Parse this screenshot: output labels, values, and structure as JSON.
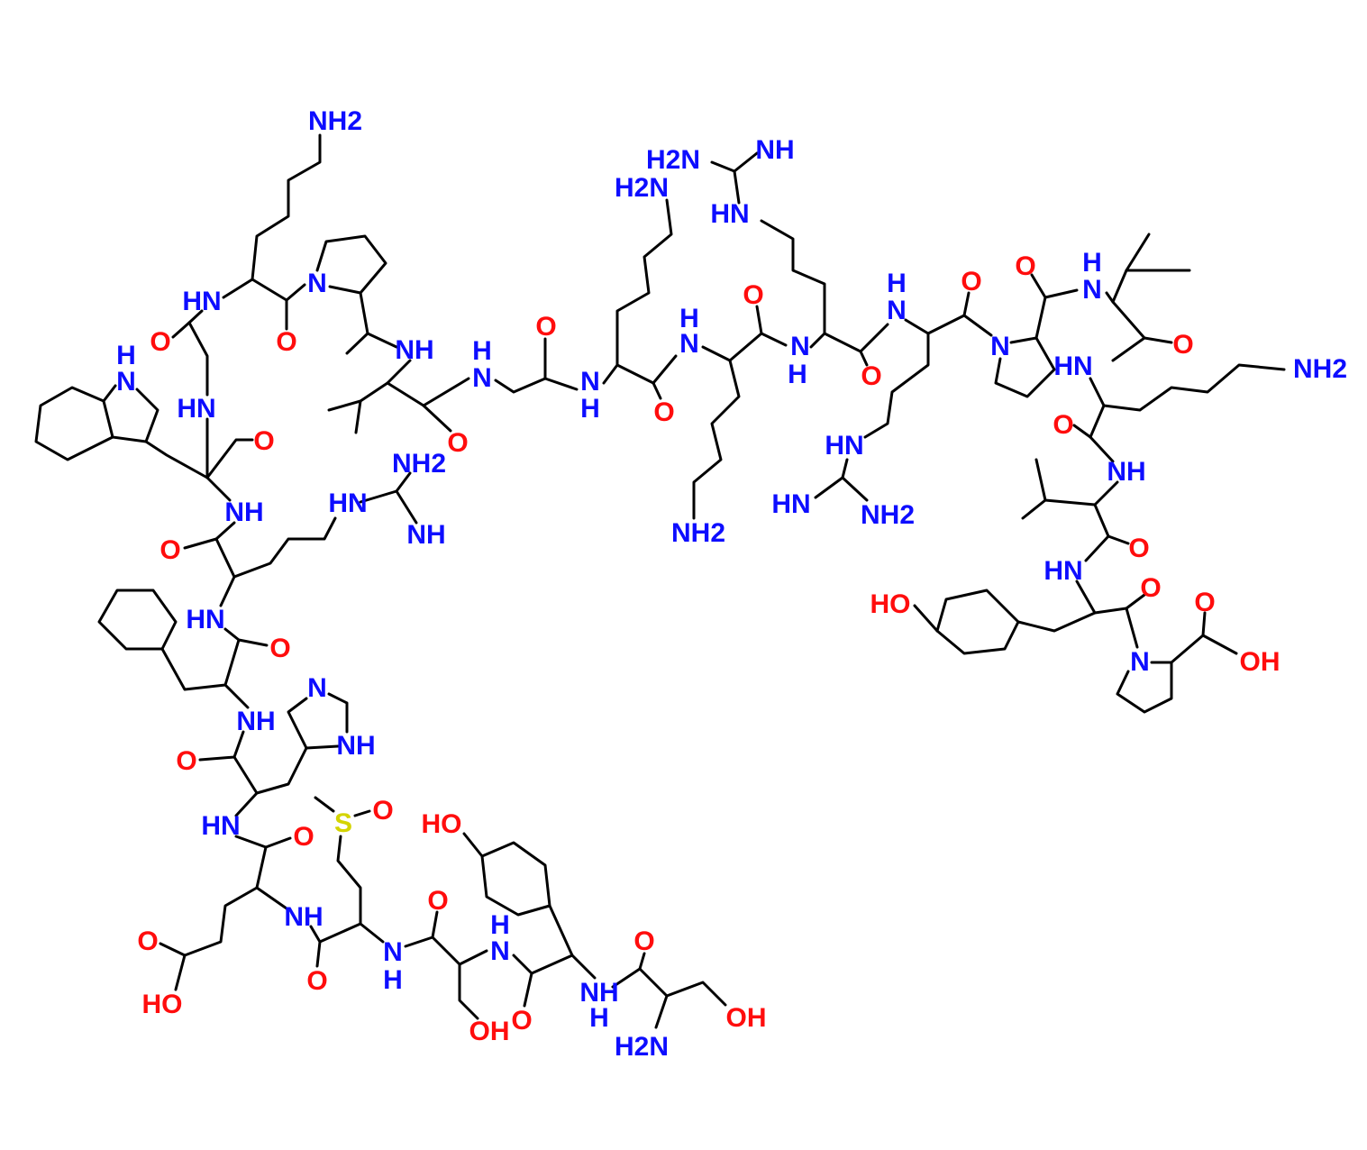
{
  "title": "Peptide structure (ACTH-like, Met sulfoxide)",
  "colors": {
    "N": "#0d0dff",
    "O": "#ff0d0d",
    "S": "#d4d400",
    "bond": "#000000"
  },
  "atoms": [
    {
      "t": "NH2",
      "e": "N"
    },
    {
      "t": "HN",
      "e": "N"
    },
    {
      "t": "N",
      "e": "N"
    },
    {
      "t": "O",
      "e": "O"
    },
    {
      "t": "O",
      "e": "O"
    },
    {
      "t": "NH",
      "e": "N"
    },
    {
      "t": "H",
      "e": "N"
    },
    {
      "t": "N",
      "e": "N"
    },
    {
      "t": "HN",
      "e": "N"
    },
    {
      "t": "O",
      "e": "O"
    },
    {
      "t": "O",
      "e": "O"
    },
    {
      "t": "H",
      "e": "N"
    },
    {
      "t": "N",
      "e": "N"
    },
    {
      "t": "O",
      "e": "O"
    },
    {
      "t": "N",
      "e": "N"
    },
    {
      "t": "H",
      "e": "N"
    },
    {
      "t": "H2N",
      "e": "N"
    },
    {
      "t": "H2N",
      "e": "N"
    },
    {
      "t": "NH",
      "e": "N"
    },
    {
      "t": "HN",
      "e": "N"
    },
    {
      "t": "O",
      "e": "O"
    },
    {
      "t": "H",
      "e": "N"
    },
    {
      "t": "N",
      "e": "N"
    },
    {
      "t": "N",
      "e": "N"
    },
    {
      "t": "H",
      "e": "N"
    },
    {
      "t": "O",
      "e": "O"
    },
    {
      "t": "O",
      "e": "O"
    },
    {
      "t": "H",
      "e": "N"
    },
    {
      "t": "N",
      "e": "N"
    },
    {
      "t": "O",
      "e": "O"
    },
    {
      "t": "N",
      "e": "N"
    },
    {
      "t": "O",
      "e": "O"
    },
    {
      "t": "H",
      "e": "N"
    },
    {
      "t": "N",
      "e": "N"
    },
    {
      "t": "O",
      "e": "O"
    },
    {
      "t": "HN",
      "e": "N"
    },
    {
      "t": "NH2",
      "e": "N"
    },
    {
      "t": "O",
      "e": "O"
    },
    {
      "t": "NH",
      "e": "N"
    },
    {
      "t": "NH2",
      "e": "N"
    },
    {
      "t": "HN",
      "e": "N"
    },
    {
      "t": "NH",
      "e": "N"
    },
    {
      "t": "NH",
      "e": "N"
    },
    {
      "t": "O",
      "e": "O"
    },
    {
      "t": "HN",
      "e": "N"
    },
    {
      "t": "O",
      "e": "O"
    },
    {
      "t": "NH",
      "e": "N"
    },
    {
      "t": "O",
      "e": "O"
    },
    {
      "t": "N",
      "e": "N"
    },
    {
      "t": "NH",
      "e": "N"
    },
    {
      "t": "HN",
      "e": "N"
    },
    {
      "t": "HN",
      "e": "N"
    },
    {
      "t": "NH2",
      "e": "N"
    },
    {
      "t": "NH2",
      "e": "N"
    },
    {
      "t": "O",
      "e": "O"
    },
    {
      "t": "HN",
      "e": "N"
    },
    {
      "t": "O",
      "e": "O"
    },
    {
      "t": "HO",
      "e": "O"
    },
    {
      "t": "N",
      "e": "N"
    },
    {
      "t": "O",
      "e": "O"
    },
    {
      "t": "OH",
      "e": "O"
    },
    {
      "t": "HN",
      "e": "N"
    },
    {
      "t": "O",
      "e": "O"
    },
    {
      "t": "S",
      "e": "S"
    },
    {
      "t": "O",
      "e": "O"
    },
    {
      "t": "O",
      "e": "O"
    },
    {
      "t": "HO",
      "e": "O"
    },
    {
      "t": "NH",
      "e": "N"
    },
    {
      "t": "O",
      "e": "O"
    },
    {
      "t": "N",
      "e": "N"
    },
    {
      "t": "H",
      "e": "N"
    },
    {
      "t": "O",
      "e": "O"
    },
    {
      "t": "HO",
      "e": "O"
    },
    {
      "t": "H",
      "e": "N"
    },
    {
      "t": "N",
      "e": "N"
    },
    {
      "t": "OH",
      "e": "O"
    },
    {
      "t": "O",
      "e": "O"
    },
    {
      "t": "O",
      "e": "O"
    },
    {
      "t": "NH",
      "e": "N"
    },
    {
      "t": "H",
      "e": "N"
    },
    {
      "t": "H2N",
      "e": "N"
    },
    {
      "t": "OH",
      "e": "O"
    }
  ]
}
